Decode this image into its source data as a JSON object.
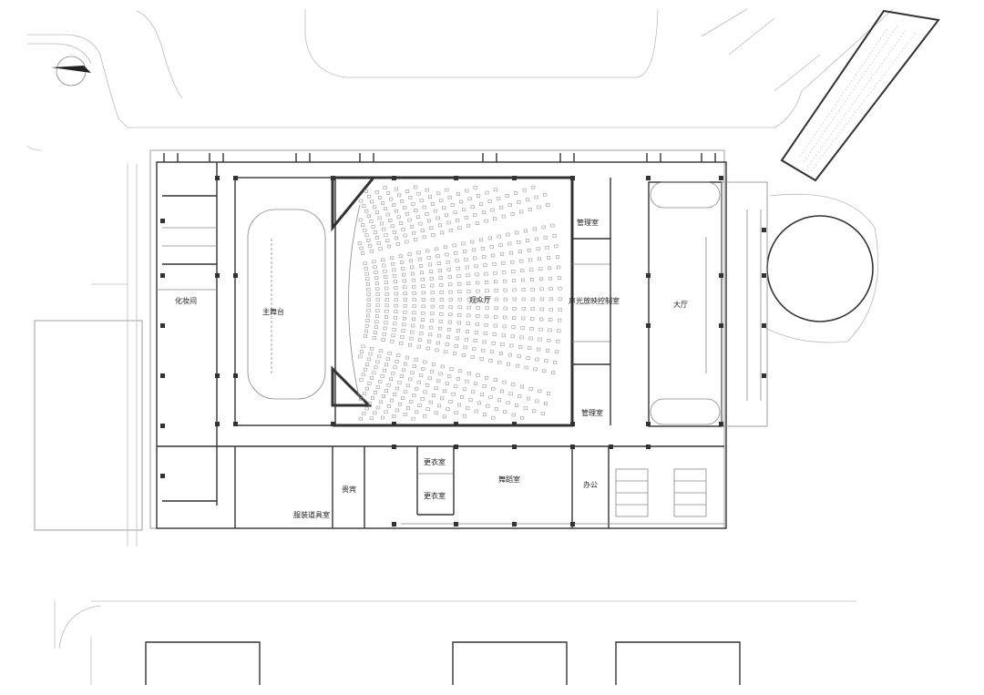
{
  "rooms": {
    "main_stage": "主舞台",
    "auditorium": "观众厅",
    "lobby": "大厅",
    "makeup_room": "化妆间",
    "management_room_top": "管理室",
    "management_room_bottom": "管理室",
    "sound_light_control": "声光放映控制室",
    "changing_room_1": "更衣室",
    "changing_room_2": "更衣室",
    "dance_room": "舞蹈室",
    "office": "办公",
    "wardrobe_props": "服装道具室",
    "rehearsal": "贵宾"
  }
}
